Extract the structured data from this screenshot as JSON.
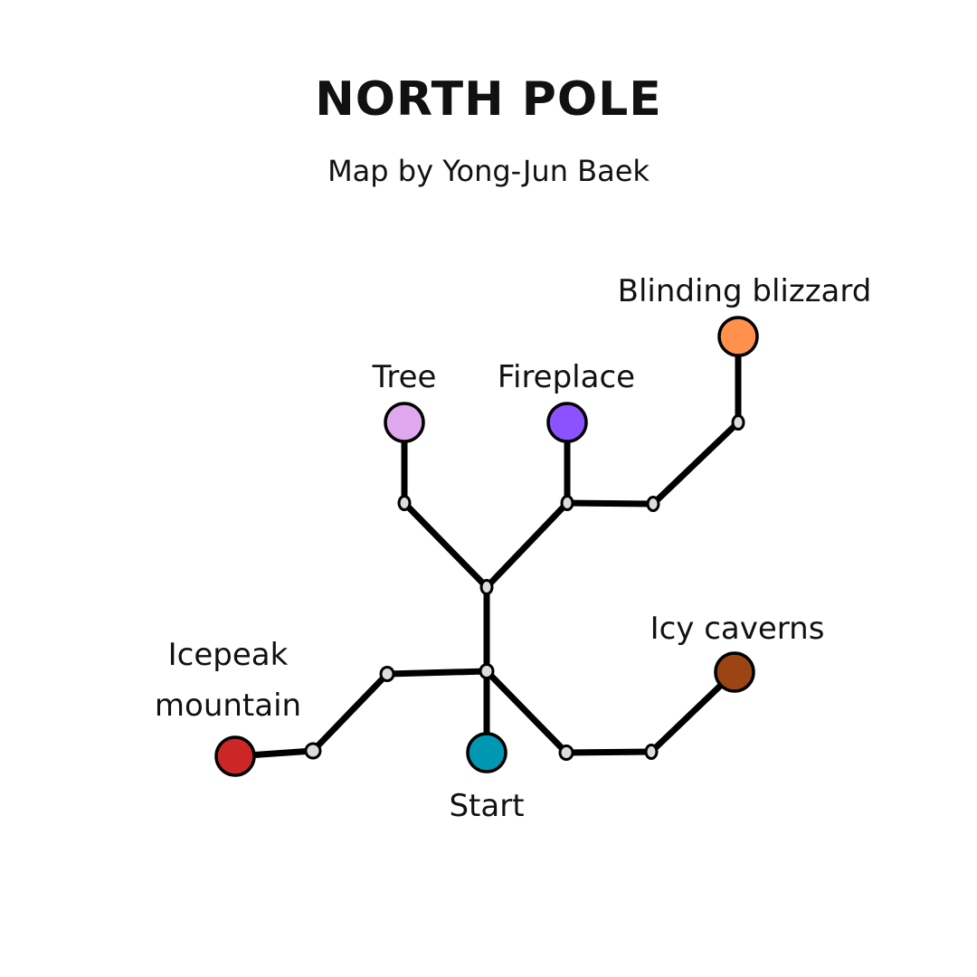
{
  "header": {
    "title": "NORTH POLE",
    "subtitle": "Map by Yong-Jun Baek"
  },
  "locations": {
    "start": {
      "label": "Start",
      "color": "#0097b2"
    },
    "icepeak": {
      "label_line1": "Icepeak",
      "label_line2": "mountain",
      "color": "#cc2626"
    },
    "icy_caverns": {
      "label": "Icy caverns",
      "color": "#9b4513"
    },
    "tree": {
      "label": "Tree",
      "color": "#e0a8ee"
    },
    "fireplace": {
      "label": "Fireplace",
      "color": "#8c52ff"
    },
    "blizzard": {
      "label": "Blinding blizzard",
      "color": "#ff914d"
    }
  },
  "colors": {
    "path": "#000000",
    "junction": "#dcdcdc"
  }
}
